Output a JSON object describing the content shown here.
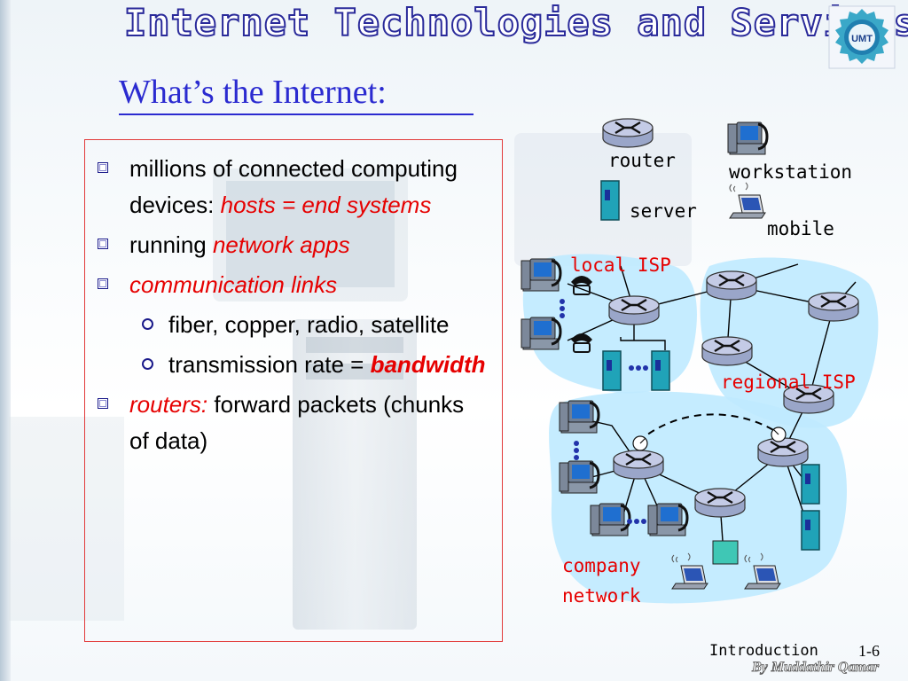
{
  "header": {
    "title": "Internet Technologies and Services"
  },
  "logo": {
    "name": "university-logo",
    "text": "UMT"
  },
  "slide": {
    "title": "What’s the Internet:"
  },
  "bullets": {
    "b1": {
      "text": "millions of connected computing devices: ",
      "emph": "hosts = end systems"
    },
    "b2": {
      "text": " running ",
      "emph": "network apps"
    },
    "b3": {
      "emph": "communication links"
    },
    "b3a": {
      "text": "fiber, copper, radio, satellite"
    },
    "b3b": {
      "text": "transmission rate = ",
      "emph": "bandwidth"
    },
    "b4": {
      "emph": "routers:",
      "text": " forward packets (chunks of data)"
    }
  },
  "diagram": {
    "legend": {
      "router": "router",
      "workstation": "workstation",
      "server": "server",
      "mobile": "mobile"
    },
    "labels": {
      "local_isp": "local ISP",
      "regional_isp": "regional ISP",
      "company_1": "company",
      "company_2": "network"
    }
  },
  "footer": {
    "section": "Introduction",
    "page": "1-6",
    "credit": "By Muddathir Qamar"
  },
  "colors": {
    "title_blue": "#2b2bd0",
    "emphasis_red": "#e60000",
    "box_red": "#e23a3a",
    "network_blob": "#bfeaff"
  }
}
